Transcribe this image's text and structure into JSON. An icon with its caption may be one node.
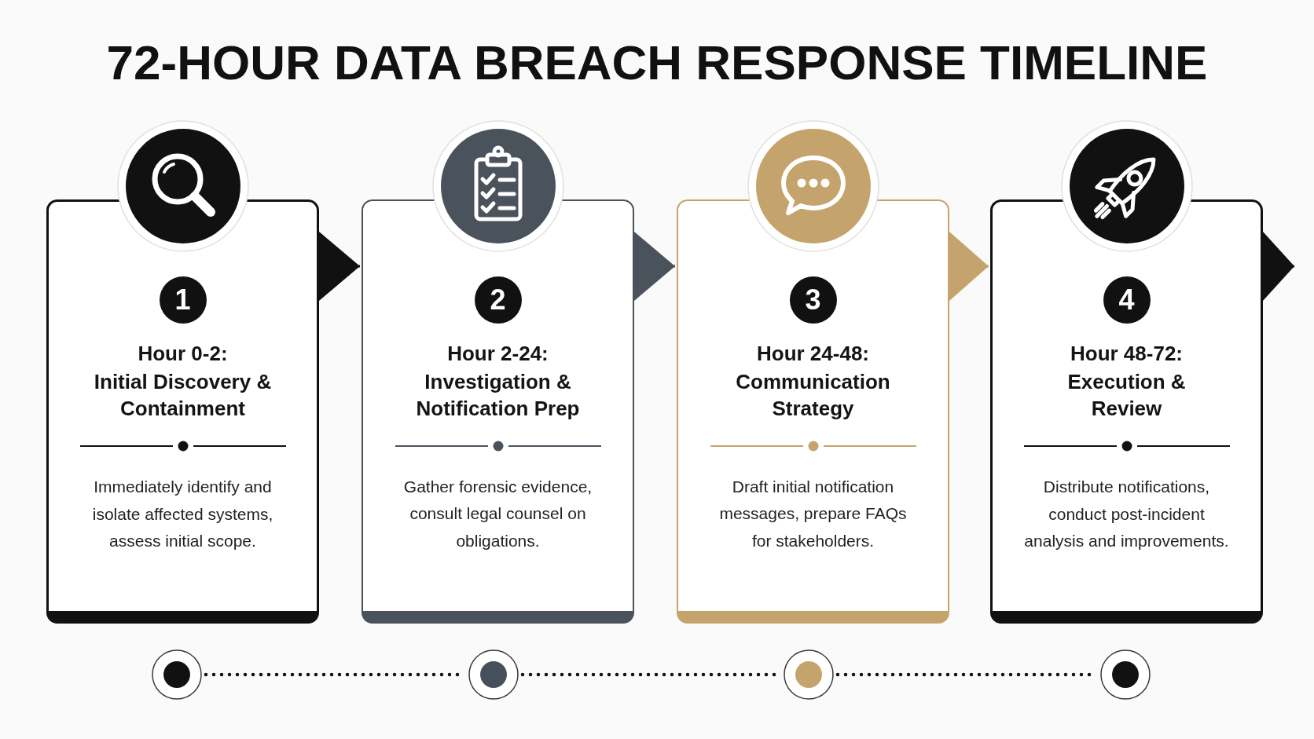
{
  "diagram": {
    "title": "72-HOUR DATA BREACH RESPONSE TIMELINE",
    "nodes": [
      {
        "text": [
          "1",
          "Hour 0-2:",
          "Initial Discovery & Containment",
          "Immediately identify and isolate affected systems, assess initial scope."
        ]
      },
      {
        "text": [
          "2",
          "Hour 2-24:",
          "Investigation & Notification Prep",
          "Gather forensic evidence, consult legal counsel on obligations."
        ]
      },
      {
        "text": [
          "3",
          "Hour 24-48:",
          "Communication Strategy",
          "Draft initial notification messages, prepare FAQs for stakeholders."
        ]
      },
      {
        "text": [
          "4",
          "Hour 48-72:",
          "Execution & Review",
          "Distribute notifications, conduct post-incident analysis and improvements."
        ]
      },
      {
        "text": [],
        "shape": "circle"
      },
      {
        "text": [],
        "shape": "circle"
      },
      {
        "text": [],
        "shape": "circle"
      },
      {
        "text": [],
        "shape": "circle"
      }
    ],
    "edges": [
      {
        "from": 0,
        "to": 1,
        "arrow": "to"
      },
      {
        "from": 1,
        "to": 2,
        "arrow": "to",
        "color": "#4a525c"
      },
      {
        "from": 2,
        "to": 3,
        "arrow": "to",
        "color": "#c4a46c"
      },
      {
        "from": 3,
        "to": null,
        "arrow": "to"
      },
      {
        "from": 4,
        "to": 5,
        "arrow": "none",
        "style": "dashed"
      },
      {
        "from": 5,
        "to": 6,
        "arrow": "none",
        "style": "dashed"
      },
      {
        "from": 6,
        "to": 7,
        "arrow": "none",
        "style": "dashed"
      }
    ]
  }
}
